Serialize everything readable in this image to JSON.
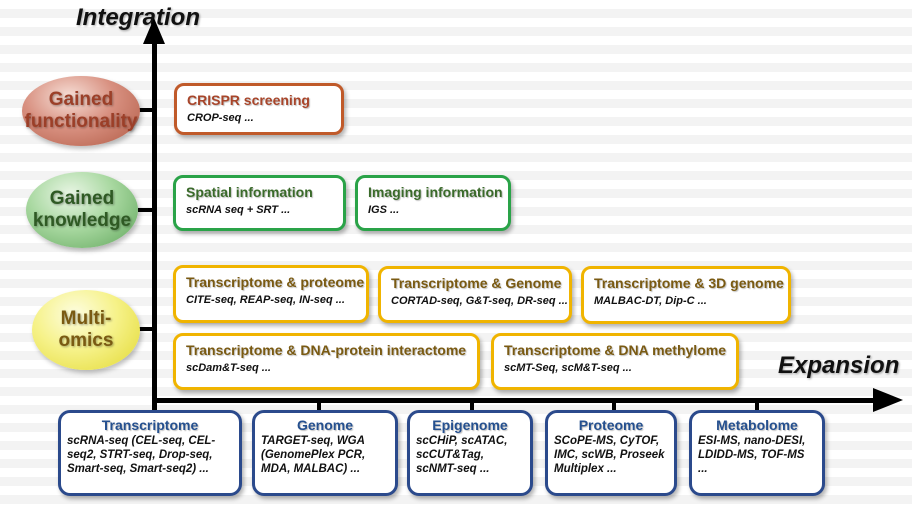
{
  "axes": {
    "vertical_label": "Integration",
    "horizontal_label": "Expansion"
  },
  "levels": [
    {
      "label": "Gained functionality",
      "line1": "Gained",
      "line2": "functionality",
      "color": "#c2705a",
      "text_color": "#a0452a"
    },
    {
      "label": "Gained knowledge",
      "line1": "Gained",
      "line2": "knowledge",
      "color": "#7cbf7a",
      "text_color": "#2f5a24"
    },
    {
      "label": "Multi-omics",
      "line1": "Multi-",
      "line2": "omics",
      "color": "#f3ef6a",
      "text_color": "#7a5a12"
    }
  ],
  "integration_boxes": {
    "functionality": [
      {
        "title": "CRISPR screening",
        "methods": "CROP-seq ..."
      }
    ],
    "knowledge": [
      {
        "title": "Spatial information",
        "methods": "scRNA seq + SRT ..."
      },
      {
        "title": "Imaging information",
        "methods": "IGS ..."
      }
    ],
    "multiomics": [
      {
        "title": "Transcriptome & proteome",
        "methods": "CITE-seq, REAP-seq, IN-seq ..."
      },
      {
        "title": "Transcriptome & Genome",
        "methods": "CORTAD-seq, G&T-seq, DR-seq ..."
      },
      {
        "title": "Transcriptome & 3D genome",
        "methods": "MALBAC-DT, Dip-C ..."
      },
      {
        "title": "Transcriptome & DNA-protein interactome",
        "methods": "scDam&T-seq ..."
      },
      {
        "title": "Transcriptome & DNA methylome",
        "methods": "scMT-Seq, scM&T-seq ..."
      }
    ]
  },
  "expansion_boxes": [
    {
      "title": "Transcriptome",
      "methods": "scRNA-seq (CEL-seq, CEL-seq2, STRT-seq, Drop-seq, Smart-seq, Smart-seq2) ..."
    },
    {
      "title": "Genome",
      "methods": "TARGET-seq, WGA (GenomePlex PCR, MDA, MALBAC) ..."
    },
    {
      "title": "Epigenome",
      "methods": "scCHiP, scATAC, scCUT&Tag, scNMT-seq ..."
    },
    {
      "title": "Proteome",
      "methods": "SCoPE-MS, CyTOF, IMC, scWB, Proseek Multiplex ..."
    },
    {
      "title": "Metabolome",
      "methods": "ESI-MS, nano-DESI, LDIDD-MS, TOF-MS ..."
    }
  ],
  "colors": {
    "functionality_border": "#c05a2a",
    "knowledge_border": "#2aa348",
    "multiomics_border": "#f0b400",
    "expansion_border": "#2b4a8c"
  }
}
